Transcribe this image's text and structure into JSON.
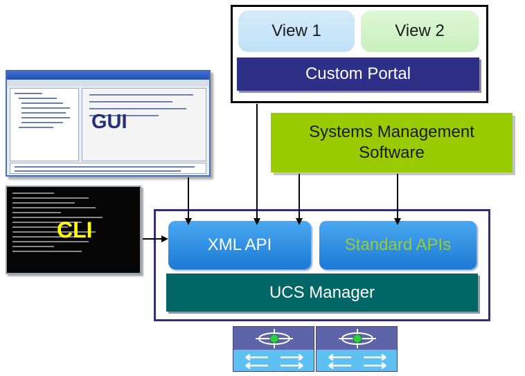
{
  "portal": {
    "view1": "View 1",
    "view2": "View 2",
    "custom_portal": "Custom Portal"
  },
  "sms": {
    "line1": "Systems Management",
    "line2": "Software"
  },
  "gui": {
    "label": "GUI"
  },
  "cli": {
    "label": "CLI"
  },
  "ucs": {
    "xml_api": "XML API",
    "standard_apis": "Standard APIs",
    "manager": "UCS Manager"
  },
  "colors": {
    "portal_bar": "#2e2f86",
    "sms_fill": "#99cc00",
    "api_blue": "#1c7ad6",
    "ucs_manager": "#036666",
    "cli_label": "#ffff00"
  }
}
